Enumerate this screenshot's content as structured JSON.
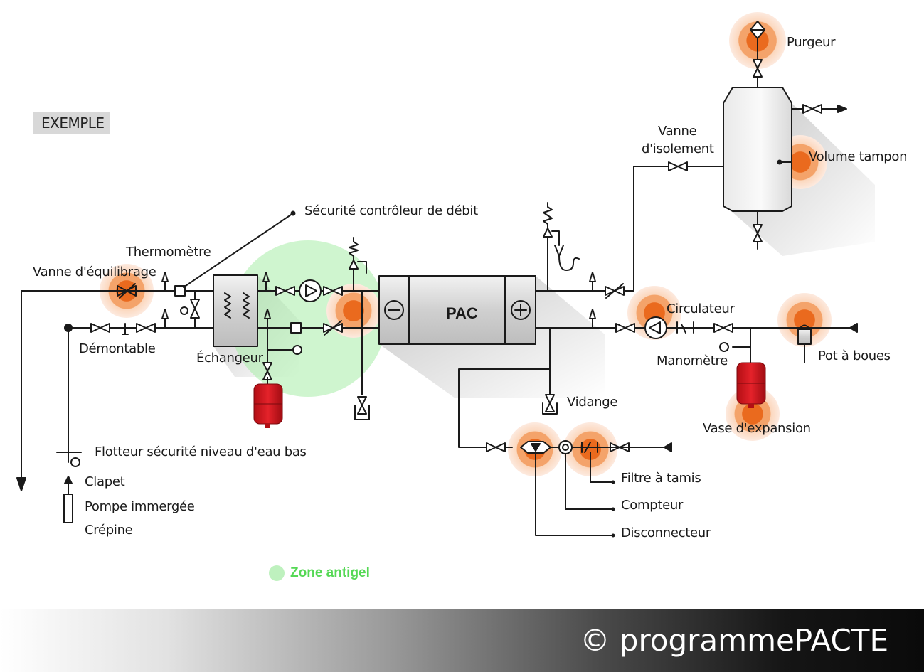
{
  "badge": {
    "label": "EXEMPLE"
  },
  "pac": {
    "label": "PAC",
    "minus_symbol": "⊖",
    "plus_symbol": "⊕"
  },
  "legend": {
    "label": "Zone antigel",
    "color": "#55d855"
  },
  "footer": {
    "copyright": "© programmePACTE"
  },
  "labels": {
    "thermometre": "Thermomètre",
    "vanne_equilibrage": "Vanne d'équilibrage",
    "securite_debit": "Sécurité contrôleur de débit",
    "demontable": "Démontable",
    "echangeur": "Échangeur",
    "flotteur": "Flotteur sécurité niveau d'eau bas",
    "clapet": "Clapet",
    "pompe": "Pompe immergée",
    "crepine": "Crépine",
    "vanne_isolement_1": "Vanne",
    "vanne_isolement_2": "d'isolement",
    "purgeur": "Purgeur",
    "volume_tampon": "Volume tampon",
    "circulateur": "Circulateur",
    "manometre": "Manomètre",
    "pot_a_boues": "Pot à boues",
    "vase_expansion": "Vase d'expansion",
    "vidange": "Vidange",
    "filtre_tamis": "Filtre à tamis",
    "compteur": "Compteur",
    "disconnecteur": "Disconnecteur"
  },
  "colors": {
    "line": "#1a1a1a",
    "equipment_fill": "#d6d6d6",
    "highlight_orange": "#f08a3c",
    "antigel_zone": "#a8eca8",
    "expansion_vessel": "#d8141c"
  }
}
